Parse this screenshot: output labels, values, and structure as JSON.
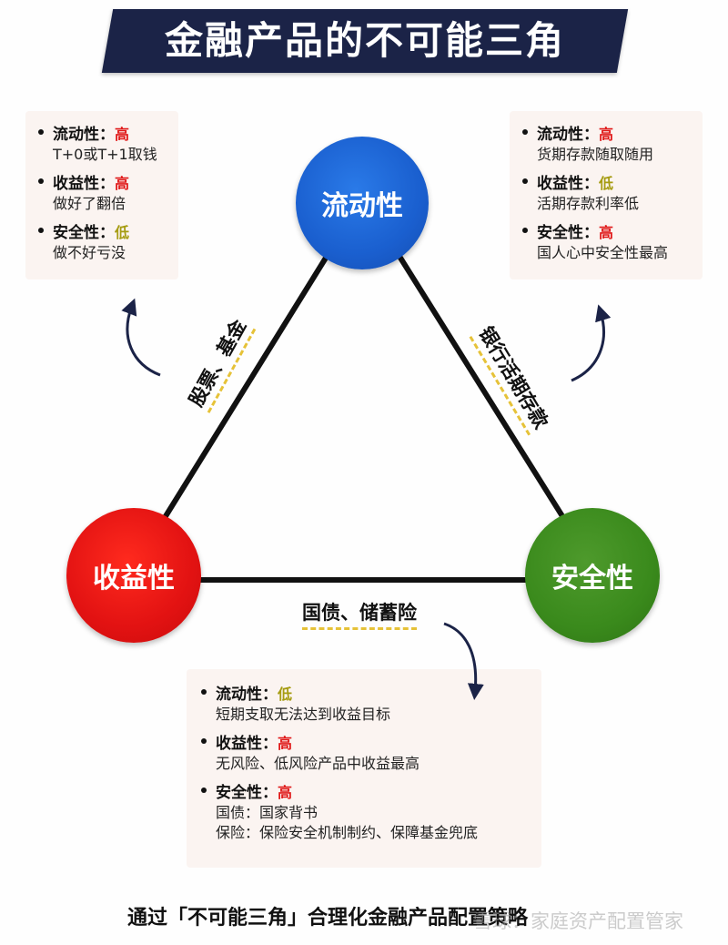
{
  "title": "金融产品的不可能三角",
  "nodes": {
    "liquidity": "流动性",
    "return": "收益性",
    "safety": "安全性"
  },
  "edges": {
    "left": "股票、基金",
    "right": "银行活期存款",
    "bottom": "国债、储蓄险"
  },
  "boxes": {
    "left": [
      {
        "label": "流动性：",
        "level": "高",
        "level_type": "high",
        "desc": [
          "T+0或T+1取钱"
        ]
      },
      {
        "label": "收益性：",
        "level": "高",
        "level_type": "high",
        "desc": [
          "做好了翻倍"
        ]
      },
      {
        "label": "安全性：",
        "level": "低",
        "level_type": "low",
        "desc": [
          "做不好亏没"
        ]
      }
    ],
    "right": [
      {
        "label": "流动性：",
        "level": "高",
        "level_type": "high",
        "desc": [
          "货期存款随取随用"
        ]
      },
      {
        "label": "收益性：",
        "level": "低",
        "level_type": "low",
        "desc": [
          "活期存款利率低"
        ]
      },
      {
        "label": "安全性：",
        "level": "高",
        "level_type": "high",
        "desc": [
          "国人心中安全性最高"
        ]
      }
    ],
    "bottom": [
      {
        "label": "流动性：",
        "level": "低",
        "level_type": "low",
        "desc": [
          "短期支取无法达到收益目标"
        ]
      },
      {
        "label": "收益性：",
        "level": "高",
        "level_type": "high",
        "desc": [
          "无风险、低风险产品中收益最高"
        ]
      },
      {
        "label": "安全性：",
        "level": "高",
        "level_type": "high",
        "desc": [
          "国债：国家背书",
          "保险：保险安全机制制约、保障基金兜底"
        ]
      }
    ]
  },
  "footer": "通过「不可能三角」合理化金融产品配置策略",
  "watermark": "雪球：家庭资产配置管家",
  "colors": {
    "banner": "#1b2347",
    "liquidity": "#1a5fcf",
    "return": "#e21212",
    "safety": "#3a8a1c",
    "high": "#e01818",
    "low": "#a69c12",
    "underline": "#e6c238"
  }
}
